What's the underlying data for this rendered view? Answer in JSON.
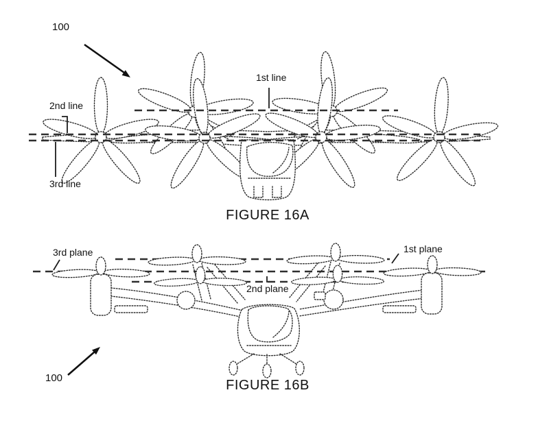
{
  "page": {
    "background": "#ffffff",
    "ink": "#1c1c1c",
    "dash_color": "#2e2e2e"
  },
  "figure_a": {
    "ref_label": "100",
    "caption": "FIGURE 16A",
    "labels": {
      "first": "1st line",
      "second": "2nd line",
      "third": "3rd line"
    }
  },
  "figure_b": {
    "ref_label": "100",
    "caption": "FIGURE 16B",
    "labels": {
      "first": "1st plane",
      "second": "2nd plane",
      "third": "3rd plane"
    }
  }
}
